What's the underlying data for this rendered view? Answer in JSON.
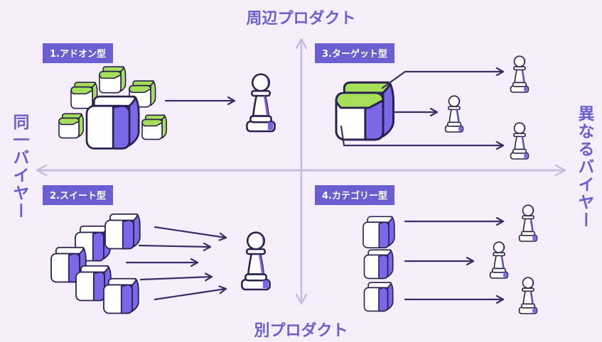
{
  "axes": {
    "top": "周辺プロダクト",
    "bottom": "別プロダクト",
    "left": "同一バイヤー",
    "right": "異なるバイヤー"
  },
  "quadrants": [
    {
      "label": "1.アドオン型"
    },
    {
      "label": "2.スイート型"
    },
    {
      "label": "3.ターゲット型"
    },
    {
      "label": "4.カテゴリー型"
    }
  ],
  "colors": {
    "background": "#f6eefb",
    "accent": "#6a5fd0",
    "cube_top_green": "#a6e05a",
    "cube_side_purple": "#7b68e8",
    "outline": "#2b2150",
    "axis": "#c3bcdf"
  },
  "icons": {
    "product": "cube-icon",
    "buyer": "chess-pawn-icon"
  }
}
